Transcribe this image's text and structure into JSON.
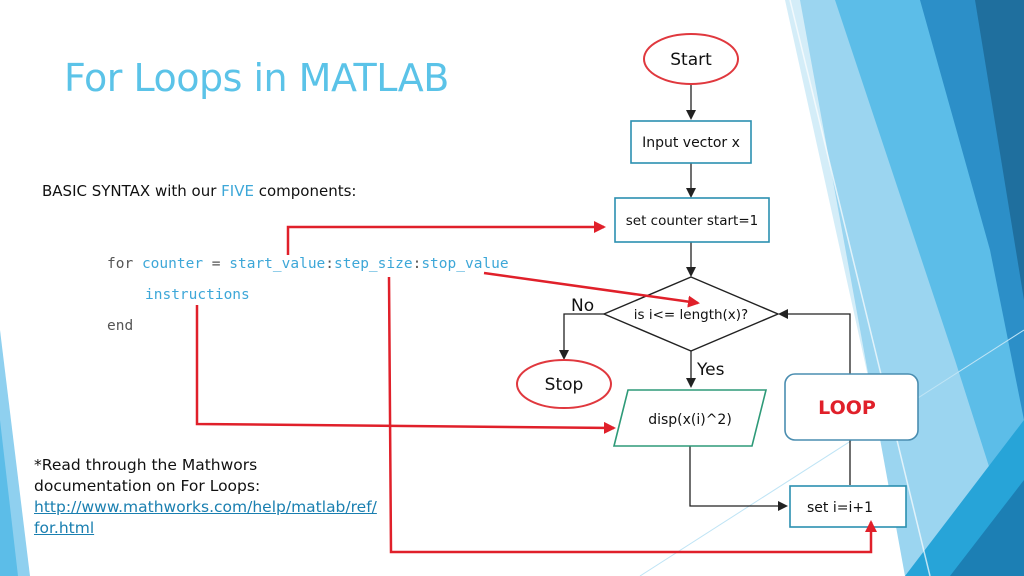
{
  "slide": {
    "title": "For Loops in MATLAB",
    "syntax_prefix": "BASIC SYNTAX with our ",
    "syntax_highlight": "FIVE",
    "syntax_suffix": " components:"
  },
  "code": {
    "for_keyword": "for",
    "counter": "counter",
    "equals": "=",
    "start_value": "start_value",
    "colon": ":",
    "step_size": "step_size",
    "stop_value": "stop_value",
    "instructions": "instructions",
    "end_keyword": "end"
  },
  "note": {
    "text": "*Read through the Mathwors documentation on For Loops:",
    "link_text": "http://www.mathworks.com/help/matlab/ref/for.html"
  },
  "flowchart": {
    "start": "Start",
    "input": "Input vector x",
    "set_counter": "set counter start=1",
    "condition": "is i<= length(x)?",
    "no_label": "No",
    "yes_label": "Yes",
    "stop": "Stop",
    "disp": "disp(x(i)^2)",
    "loop": "LOOP",
    "increment": "set i=i+1"
  },
  "colors": {
    "title": "#5bc3e8",
    "highlight": "#3da7d8",
    "box_border": "#2b8fb0",
    "disp_border": "#2e9a78",
    "start_stop_border": "#e0383e",
    "loop_text": "#e0202a",
    "red_arrow": "#e0202a",
    "loop_box_border": "#4a8db0"
  }
}
